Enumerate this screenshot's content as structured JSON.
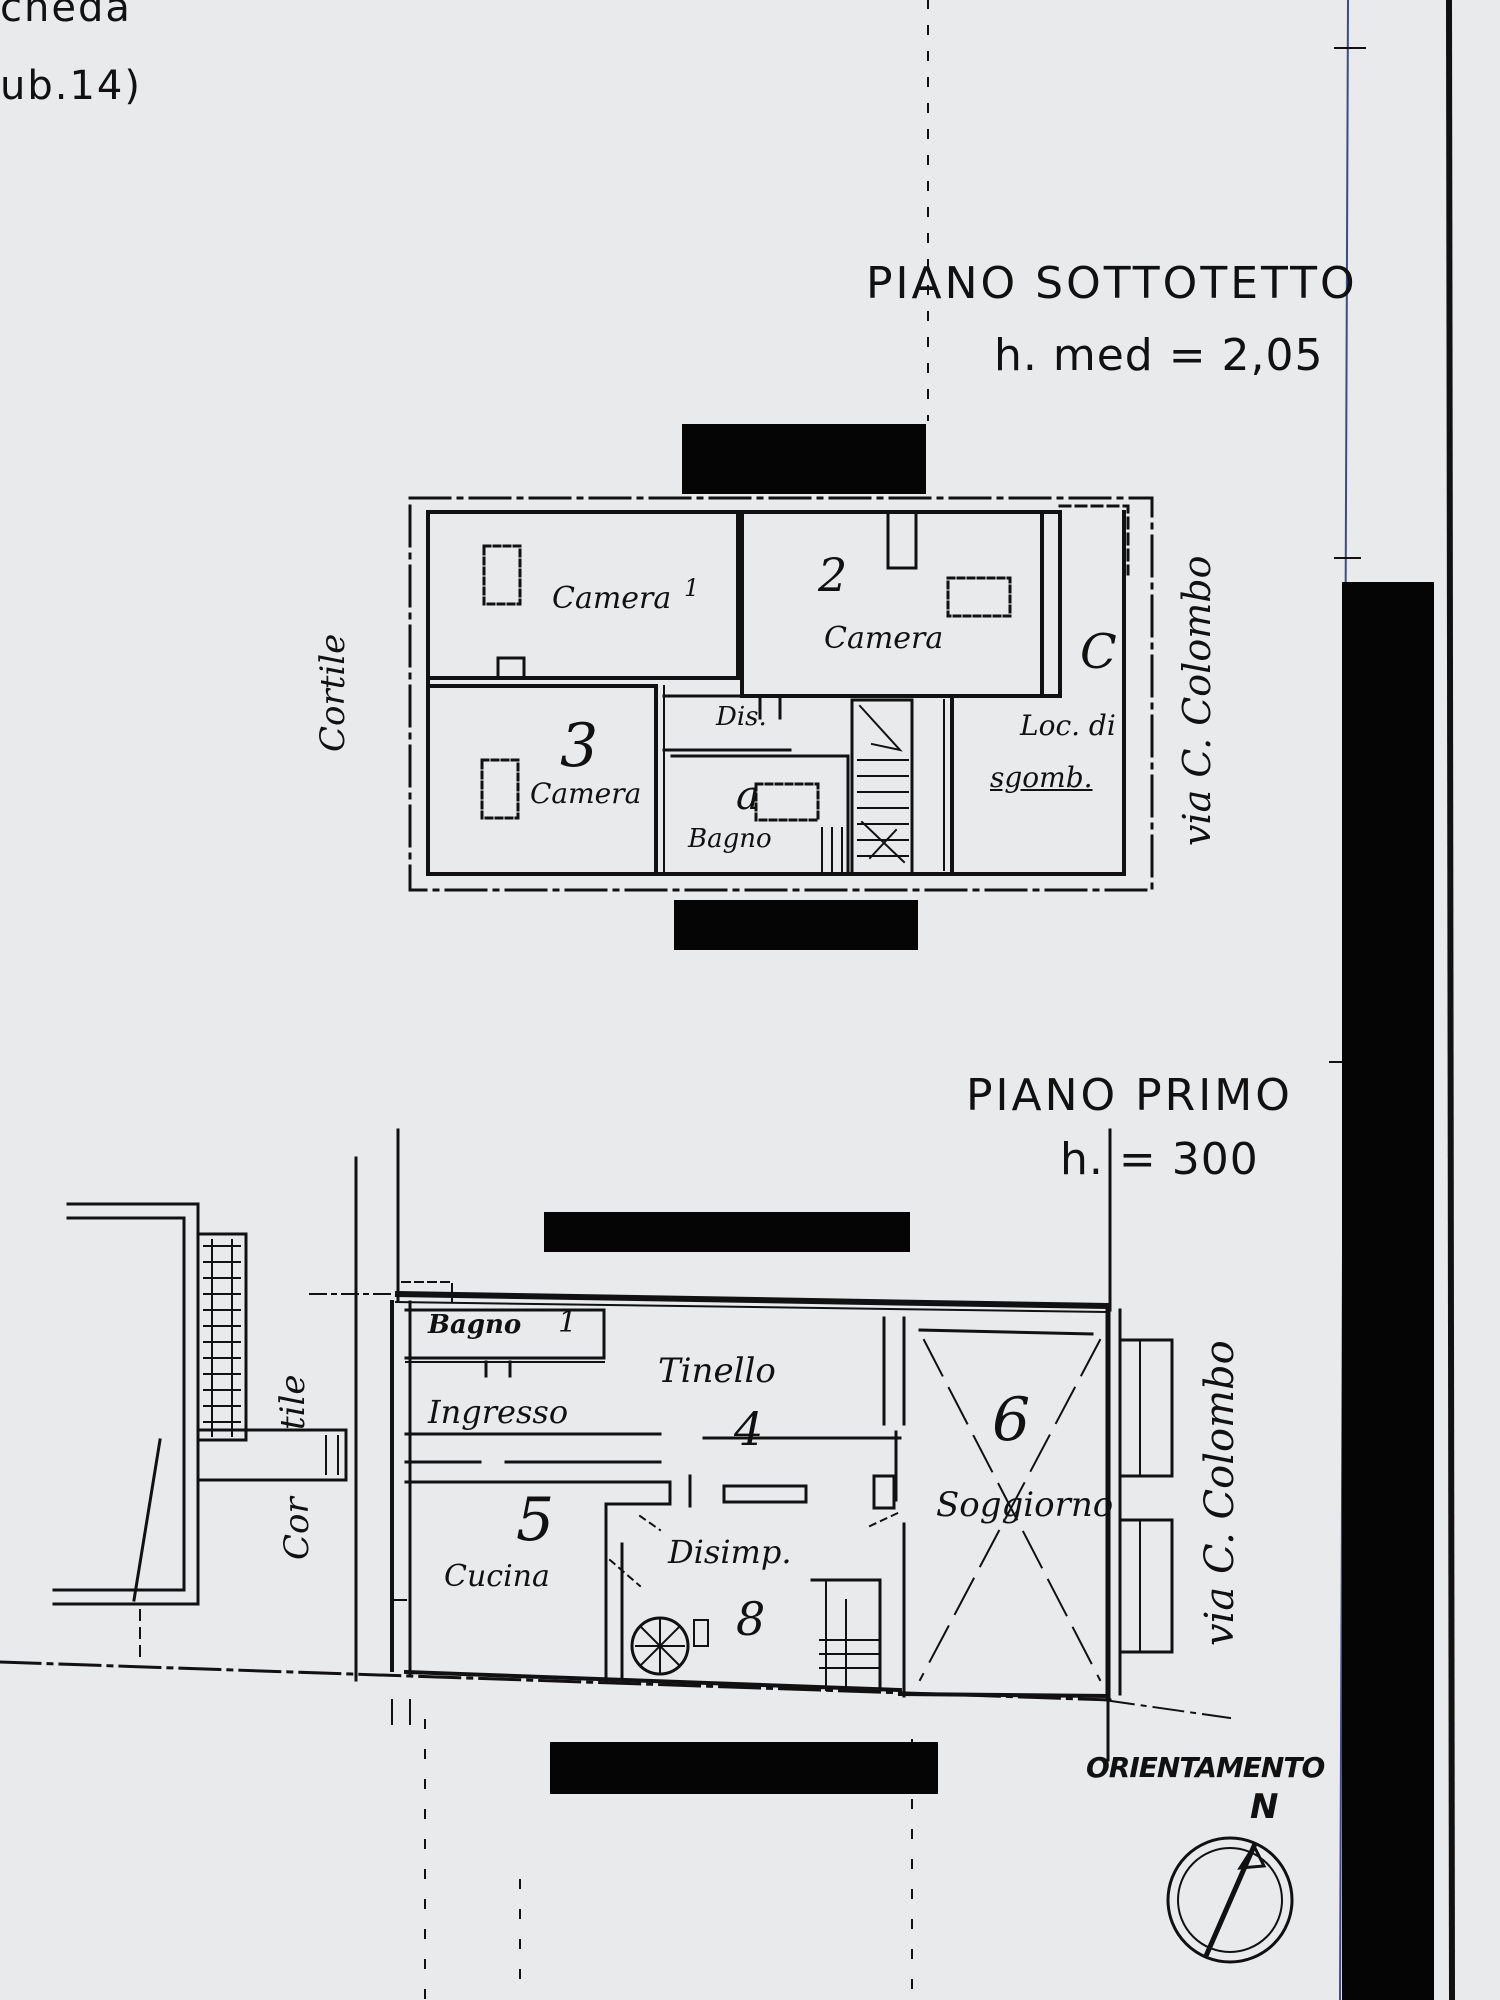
{
  "header": {
    "corner_line1": "cheda",
    "corner_line2": "ub.14)"
  },
  "attic_floor": {
    "title": "PIANO SOTTOTETTO",
    "height": "h. med = 2,05",
    "rooms": {
      "camera1_label": "Camera",
      "camera1_number": "1",
      "camera2_number": "2",
      "camera2_label": "Camera",
      "locale_letter": "C",
      "locale_label1": "Loc. di",
      "locale_label2": "sgomb.",
      "camera3_number": "3",
      "camera3_label": "Camera",
      "disimp_label": "Dis.",
      "bagno_number": "a",
      "bagno_label": "Bagno"
    },
    "courtyard_label": "Cortile",
    "street_label": "via C. Colombo"
  },
  "first_floor": {
    "title": "PIANO PRIMO",
    "height": "h. = 300",
    "rooms": {
      "bagno_label": "Bagno",
      "bagno_number": "1",
      "ingresso_label": "Ingresso",
      "tinello_label": "Tinello",
      "tinello_number": "4",
      "soggiorno_number": "6",
      "soggiorno_label": "Soggiorno",
      "cucina_number": "5",
      "cucina_label": "Cucina",
      "disimp_label": "Disimp.",
      "disimp_number": "8"
    },
    "courtyard_label1": "tile",
    "courtyard_label2": "Cor",
    "street_label": "via C. Colombo"
  },
  "orientation": {
    "label": "ORIENTAMENTO",
    "north": "N"
  },
  "colors": {
    "paper": "#e9eaec",
    "ink": "#111111",
    "redaction": "#050505",
    "margin_line": "#3c4a8c"
  }
}
